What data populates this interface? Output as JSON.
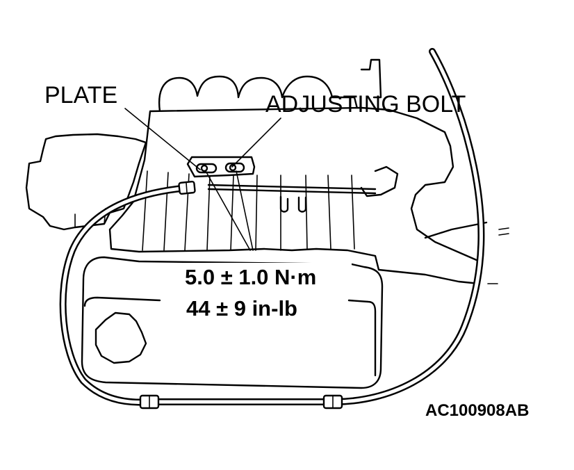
{
  "labels": {
    "plate": "PLATE",
    "adjusting_bolt": "ADJUSTING BOLT",
    "torque_metric": "5.0 ± 1.0 N·m",
    "torque_imperial": "44 ± 9 in-lb",
    "figure_code": "AC100908AB"
  }
}
